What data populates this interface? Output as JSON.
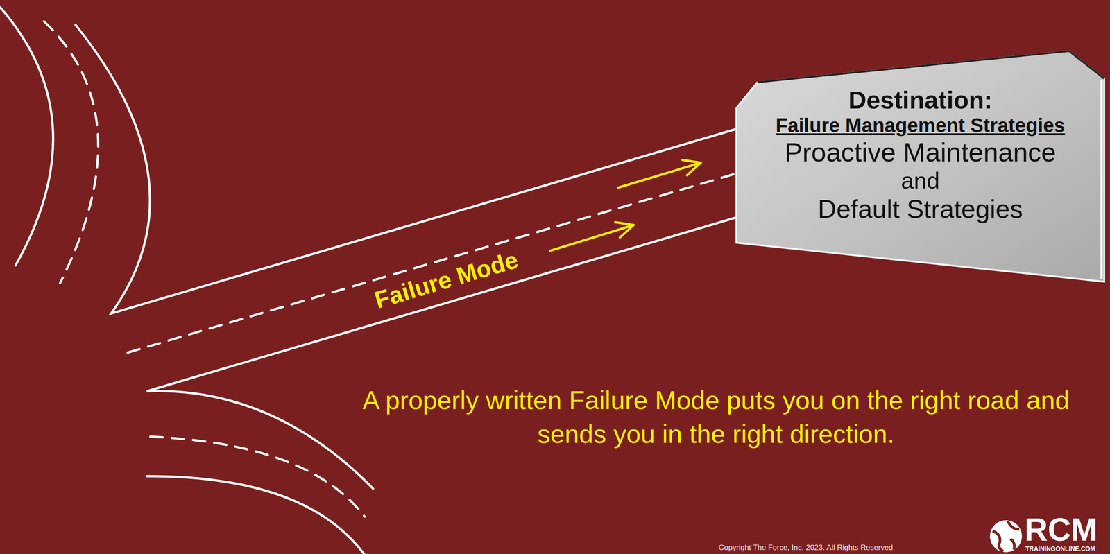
{
  "diagram": {
    "caption": "A properly written Failure Mode puts you on the right road and sends you in the right direction.",
    "nodes": [
      {
        "text": [
          "Destination:",
          "Failure Management Strategies",
          "Proactive Maintenance",
          "and",
          "Default Strategies"
        ]
      }
    ],
    "edges": [],
    "labels": [
      "Failure Mode",
      "Copyright The Force, Inc. 2023. All Rights Reserved.",
      "RCM",
      "TRAININGONLINE.COM"
    ]
  }
}
